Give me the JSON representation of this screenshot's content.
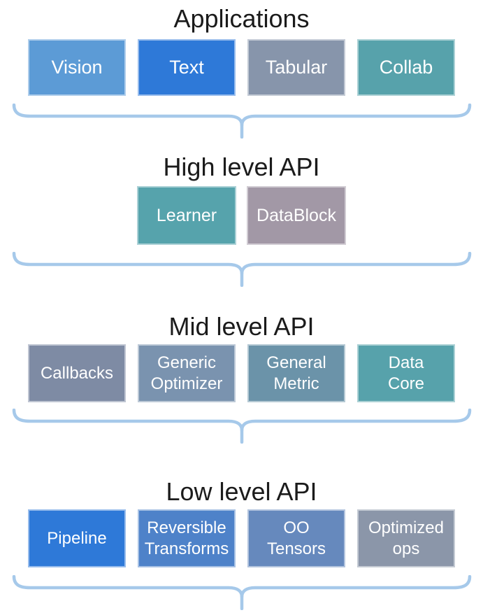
{
  "palette": {
    "background": "#ffffff",
    "title_color": "#1b1b1b",
    "label_color": "#ffffff",
    "brace_color": "#a6c9ea"
  },
  "sections": [
    {
      "id": "applications",
      "title": "Applications",
      "boxes": [
        {
          "label": "Vision",
          "color": "#5c9bd6"
        },
        {
          "label": "Text",
          "color": "#2e79d8"
        },
        {
          "label": "Tabular",
          "color": "#8795ab"
        },
        {
          "label": "Collab",
          "color": "#57a2ab"
        }
      ]
    },
    {
      "id": "high-level-api",
      "title": "High level API",
      "boxes": [
        {
          "label": "Learner",
          "color": "#56a3ac"
        },
        {
          "label": "DataBlock",
          "color": "#a298a6"
        }
      ]
    },
    {
      "id": "mid-level-api",
      "title": "Mid level API",
      "boxes": [
        {
          "label": "Callbacks",
          "color": "#7e8ba4"
        },
        {
          "label": "Generic\nOptimizer",
          "color": "#7a93af"
        },
        {
          "label": "General\nMetric",
          "color": "#6b93a9"
        },
        {
          "label": "Data\nCore",
          "color": "#57a2ab"
        }
      ]
    },
    {
      "id": "low-level-api",
      "title": "Low level API",
      "boxes": [
        {
          "label": "Pipeline",
          "color": "#2e79d8"
        },
        {
          "label": "Reversible\nTransforms",
          "color": "#4e82c9"
        },
        {
          "label": "OO\nTensors",
          "color": "#6689bd"
        },
        {
          "label": "Optimized\nops",
          "color": "#8b96a9"
        }
      ]
    }
  ]
}
